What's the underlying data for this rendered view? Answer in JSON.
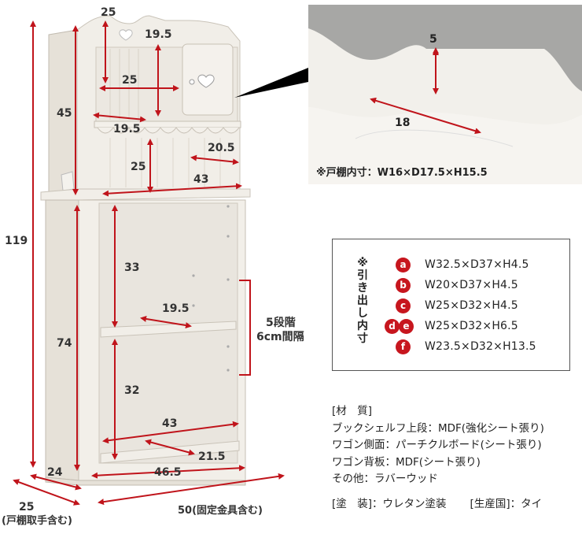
{
  "dimensions": {
    "top_width": "25",
    "drawer_height": "19.5",
    "drawer_depth_upper": "25",
    "upper_height": "45",
    "drawer_width": "19.5",
    "niche_depth": "20.5",
    "niche_height": "25",
    "niche_width": "43",
    "total_height": "119",
    "cabinet_shelf_height_upper": "33",
    "shelf_depth": "19.5",
    "wagon_height": "74",
    "cabinet_shelf_height_lower": "32",
    "inner_width_lower": "43",
    "inner_depth_lower": "21.5",
    "depth_base": "24",
    "width_base": "46.5",
    "depth_total": "25",
    "depth_total_note": "(戸棚取手含む)",
    "width_total": "50(固定金具含む)",
    "shelf_steps_line1": "5段階",
    "shelf_steps_line2": "6cm間隔"
  },
  "photo": {
    "dim_height": "5",
    "dim_depth": "18",
    "note": "※戸棚内寸：W16×D17.5×H15.5"
  },
  "drawer_specs": {
    "title_vertical": [
      "※",
      "引",
      "き",
      "出",
      "し",
      "内",
      "寸"
    ],
    "rows": [
      {
        "badges": [
          "a"
        ],
        "text": "W32.5×D37×H4.5"
      },
      {
        "badges": [
          "b"
        ],
        "text": "W20×D37×H4.5"
      },
      {
        "badges": [
          "c"
        ],
        "text": "W25×D32×H4.5"
      },
      {
        "badges": [
          "d",
          "e"
        ],
        "text": "W25×D32×H6.5"
      },
      {
        "badges": [
          "f"
        ],
        "text": "W23.5×D32×H13.5"
      }
    ],
    "accent_color": "#c7161e"
  },
  "materials": {
    "heading": "[材　質]",
    "lines": [
      "ブックシェルフ上段：MDF(強化シート張り)",
      "ワゴン側面：パーチクルボード(シート張り)",
      "ワゴン背板：MDF(シート張り)",
      "その他：ラバーウッド"
    ],
    "paint": "[塗　装]：ウレタン塗装",
    "origin": "[生産国]：タイ"
  }
}
